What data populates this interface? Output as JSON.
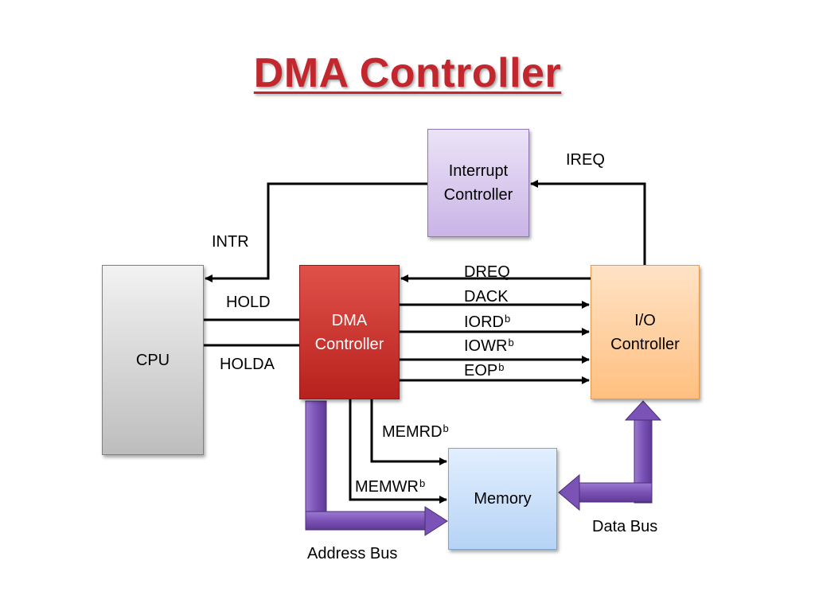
{
  "title": "DMA Controller",
  "blocks": {
    "cpu": "CPU",
    "dma": "DMA\nController",
    "io": "I/O\nController",
    "interrupt": "Interrupt\nController",
    "memory": "Memory"
  },
  "signals": {
    "ireq": "IREQ",
    "intr": "INTR",
    "hold": "HOLD",
    "holda": "HOLDA",
    "dreq": "DREQ",
    "dack": "DACK",
    "iord": "IORD",
    "iowr": "IOWR",
    "eop": "EOP",
    "memrd": "MEMRD",
    "memwr": "MEMWR",
    "superscript": "b"
  },
  "buses": {
    "address": "Address Bus",
    "data": "Data Bus"
  },
  "colors": {
    "title": "#c1272d",
    "bus": "#7b52b5",
    "dma": "#c0302a",
    "io": "#ffc990",
    "interrupt": "#d9c8ef",
    "memory": "#c8defa",
    "cpu": "#d0d0d0"
  }
}
